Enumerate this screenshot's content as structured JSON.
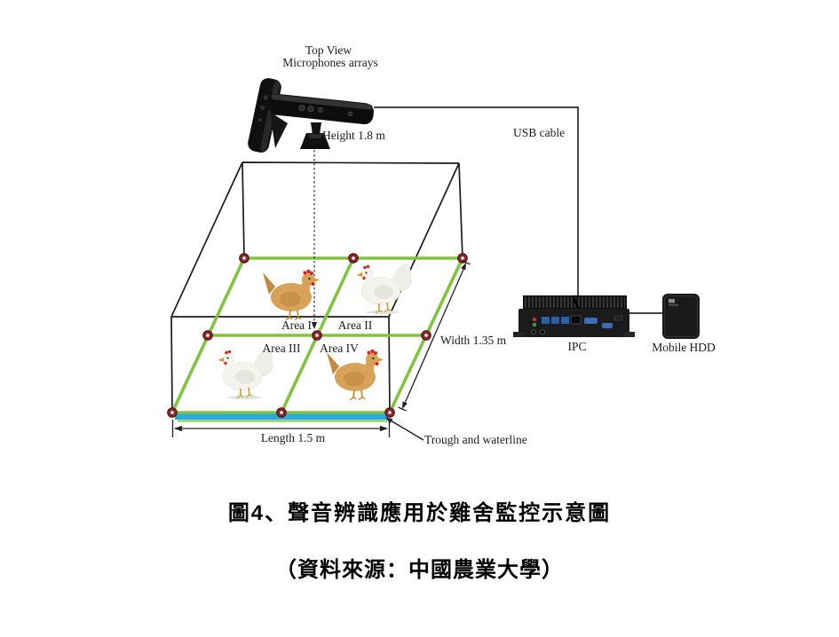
{
  "diagram": {
    "camera": {
      "top_view": "Top View",
      "mic_arrays": "Microphones arrays"
    },
    "dimensions": {
      "height": "Height 1.8 m",
      "width": "Width 1.35 m",
      "length": "Length 1.5 m"
    },
    "areas": {
      "a1": "Area I",
      "a2": "Area II",
      "a3": "Area III",
      "a4": "Area IV"
    },
    "devices": {
      "usb": "USB cable",
      "ipc": "IPC",
      "hdd": "Mobile HDD"
    },
    "trough": "Trough and waterline",
    "colors": {
      "grid_green": "#80c33f",
      "water_blue": "#2ba8e0",
      "node_red": "#84282a",
      "wire_black": "#1c1c1c"
    }
  },
  "caption": {
    "line1": "圖4、聲音辨識應用於雞舍監控示意圖",
    "line2": "（資料來源：中國農業大學）"
  }
}
